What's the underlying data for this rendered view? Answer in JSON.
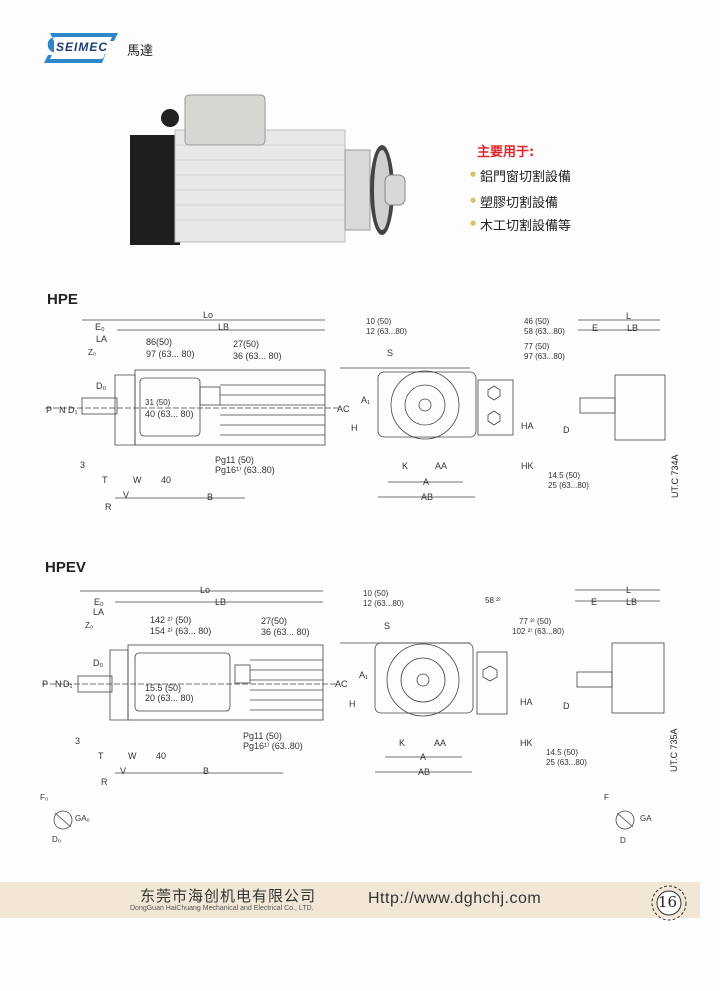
{
  "header": {
    "brand_logo": "SEIMEC",
    "product_type": "馬達"
  },
  "uses": {
    "title": "主要用于:",
    "items": [
      "鋁門窗切割設備",
      "塑膠切割設備",
      "木工切割設備等"
    ],
    "title_color": "#e0262a"
  },
  "hpe": {
    "title": "HPE",
    "side": {
      "Lo": "Lo",
      "LB": "LB",
      "E0": "E₀",
      "LA": "LA",
      "Z0": "Z₀",
      "w1a": "86(50)",
      "w1b": "97 (63... 80)",
      "w2a": "27(50)",
      "w2b": "36 (63... 80)",
      "D0": "D₀",
      "P": "P",
      "N": "N",
      "D1": "D₁",
      "h1a": "31 (50)",
      "h1b": "40 (63... 80)",
      "pg1": "Pg11 (50)",
      "pg2": "Pg16¹⁾ (63..80)",
      "three": "3",
      "T": "T",
      "W": "W",
      "forty": "40",
      "R": "R",
      "V": "V",
      "B": "B"
    },
    "front": {
      "s1a": "10 (50)",
      "s1b": "12 (63...80)",
      "S": "S",
      "AC": "AC",
      "A1": "A₁",
      "H": "H",
      "K": "K",
      "AA": "AA",
      "A": "A",
      "AB": "AB",
      "b1a": "46 (50)",
      "b1b": "58 (63...80)",
      "b2a": "77 (50)",
      "b2b": "97 (63...80)",
      "HA": "HA",
      "HK": "HK",
      "c1a": "14.5 (50)",
      "c1b": "25    (63...80)"
    },
    "shaft": {
      "L": "L",
      "E": "E",
      "LB": "LB",
      "D": "D"
    },
    "code": "UT.C 734A"
  },
  "hpev": {
    "title": "HPEV",
    "side": {
      "Lo": "Lo",
      "LB": "LB",
      "E0": "E₀",
      "LA": "LA",
      "Z0": "Z₀",
      "w1a": "142 ²⁾ (50)",
      "w1b": "154 ²⁾ (63... 80)",
      "w2a": "27(50)",
      "w2b": "36 (63... 80)",
      "D0": "D₀",
      "P": "P",
      "N": "N",
      "D1": "D₁",
      "h1a": "15.5 (50)",
      "h1b": "20    (63... 80)",
      "pg1": "Pg11 (50)",
      "pg2": "Pg16¹⁾ (63..80)",
      "three": "3",
      "T": "T",
      "W": "W",
      "forty": "40",
      "R": "R",
      "V": "V",
      "B": "B"
    },
    "front": {
      "s1a": "10 (50)",
      "s1b": "12 (63...80)",
      "S": "S",
      "AC": "AC",
      "A1": "A₁",
      "H": "H",
      "K": "K",
      "AA": "AA",
      "A": "A",
      "AB": "AB",
      "b1a": "58 ²⁾",
      "b2a": "77 ²⁾ (50)",
      "b2b": "102 ²⁾ (63...80)",
      "HA": "HA",
      "HK": "HK",
      "c1a": "14.5 (50)",
      "c1b": "25    (63...80)"
    },
    "shaft": {
      "L": "L",
      "E": "E",
      "LB": "LB",
      "D": "D"
    },
    "key0": {
      "F0": "F₀",
      "GA0": "GA₀",
      "D0": "D₀"
    },
    "key": {
      "F": "F",
      "GA": "GA",
      "D": "D"
    },
    "code": "UT.C 735A"
  },
  "footer": {
    "company_cn": "东莞市海创机电有限公司",
    "company_en": "DongGuan HaiChuang Mechanical and Electrical Co., LTD.",
    "url": "Http://www.dghchj.com",
    "page_number": "16"
  }
}
